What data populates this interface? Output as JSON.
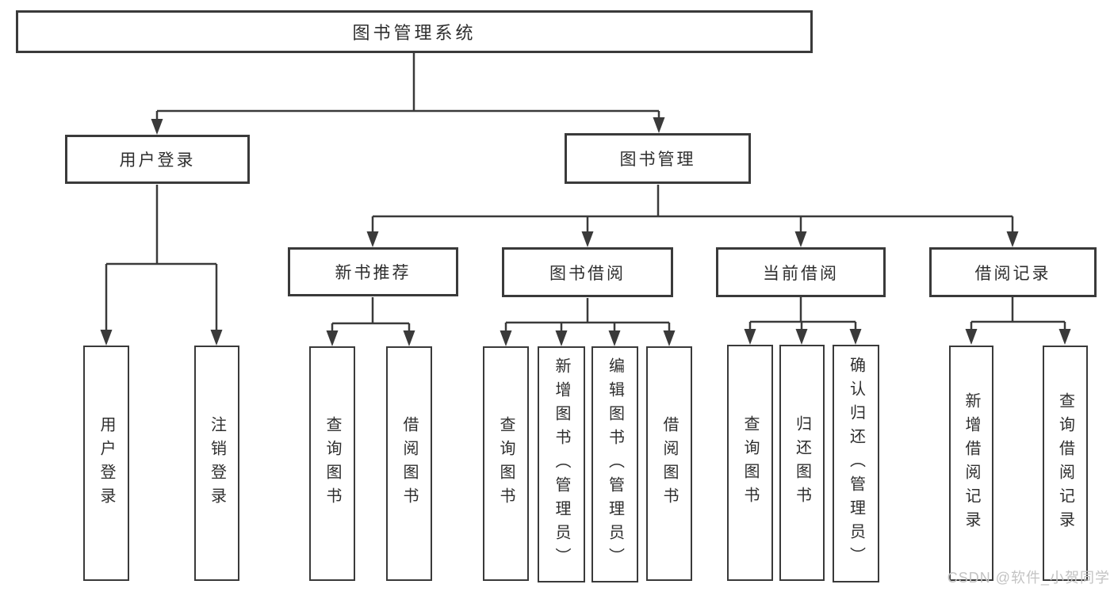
{
  "tree": {
    "root": {
      "label": "图书管理系统"
    },
    "level1": [
      {
        "label": "用户登录"
      },
      {
        "label": "图书管理"
      }
    ],
    "level2": [
      {
        "label": "新书推荐"
      },
      {
        "label": "图书借阅"
      },
      {
        "label": "当前借阅"
      },
      {
        "label": "借阅记录"
      }
    ],
    "leaves": {
      "user_login": [
        {
          "label": "用户登录"
        },
        {
          "label": "注销登录"
        }
      ],
      "new_book": [
        {
          "label": "查询图书"
        },
        {
          "label": "借阅图书"
        }
      ],
      "book_borrow": [
        {
          "label": "查询图书"
        },
        {
          "label": "新增图书（管理员）"
        },
        {
          "label": "编辑图书（管理员）"
        },
        {
          "label": "借阅图书"
        }
      ],
      "current_borrow": [
        {
          "label": "查询图书"
        },
        {
          "label": "归还图书"
        },
        {
          "label": "确认归还（管理员）"
        }
      ],
      "borrow_records": [
        {
          "label": "新增借阅记录"
        },
        {
          "label": "查询借阅记录"
        }
      ]
    }
  },
  "watermark": {
    "text": "CSDN @软件_小贺同学"
  },
  "colors": {
    "line": "#3a3a3a",
    "text": "#2e2e2e",
    "box_background": "#ffffff",
    "watermark": "#c3c3c3",
    "background": "#ffffff"
  }
}
